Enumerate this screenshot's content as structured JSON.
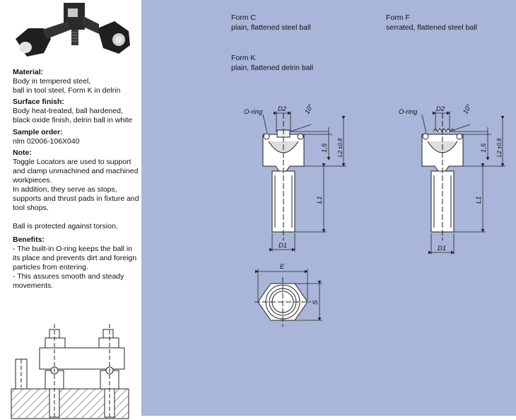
{
  "specs": {
    "material_heading": "Material:",
    "material_text": "Body in tempered steel,\nball in tool steel, Form K in delrin",
    "surface_heading": "Surface finish:",
    "surface_text": "Body heat-treated, ball hardened,\nblack oxide finish, delrin ball in white",
    "sample_heading": "Sample order:",
    "sample_text": "nlm 02006-106X040",
    "note_heading": "Note:",
    "note_text": "Toggle Locators are used to support\nand clamp unmachined and machined\nworkpieces.\nIn addition, they serve as stops,\nsupports and thrust pads in fixture and\ntool shops.\n\nBall is protected against torsion.",
    "benefits_heading": "Benefits:",
    "benefits_text": "- The built-in O-ring keeps the ball in\nits place and prevents dirt and foreign\nparticles from entering.\n- This assures smooth and steady\nmovements."
  },
  "forms": {
    "c_title": "Form C",
    "c_desc": "plain, flattened steel ball",
    "f_title": "Form F",
    "f_desc": "serrated, flattened steel ball",
    "k_title": "Form K",
    "k_desc": "plain, flattened delrin ball"
  },
  "dims": {
    "oring": "O-ring",
    "d2": "D2",
    "angle": "10°",
    "dim15": "1,5",
    "l2": "L2 ±0,8",
    "l1": "L1",
    "d1": "D1",
    "e": "E",
    "s": "S"
  },
  "colors": {
    "panel": "#a9b6d9",
    "line": "#222222"
  }
}
